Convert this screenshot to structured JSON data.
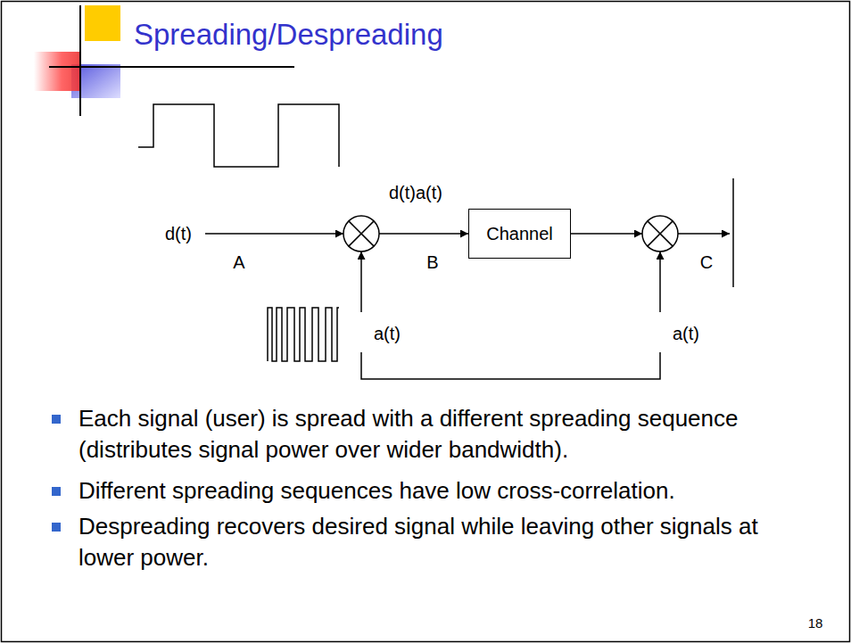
{
  "diagram": {
    "title": "Spreading/Despreading",
    "nodes": [
      {
        "text": [
          "Channel"
        ]
      }
    ],
    "labels": [
      "d(t)",
      "A",
      "d(t)a(t)",
      "B",
      "C",
      "a(t)",
      "a(t)",
      "Each signal (user) is spread with a different spreading sequence (distributes signal power over wider bandwidth).",
      "Different spreading sequences have low cross-correlation.",
      "Despreading recovers desired signal while leaving other signals at lower power.",
      "18"
    ]
  }
}
